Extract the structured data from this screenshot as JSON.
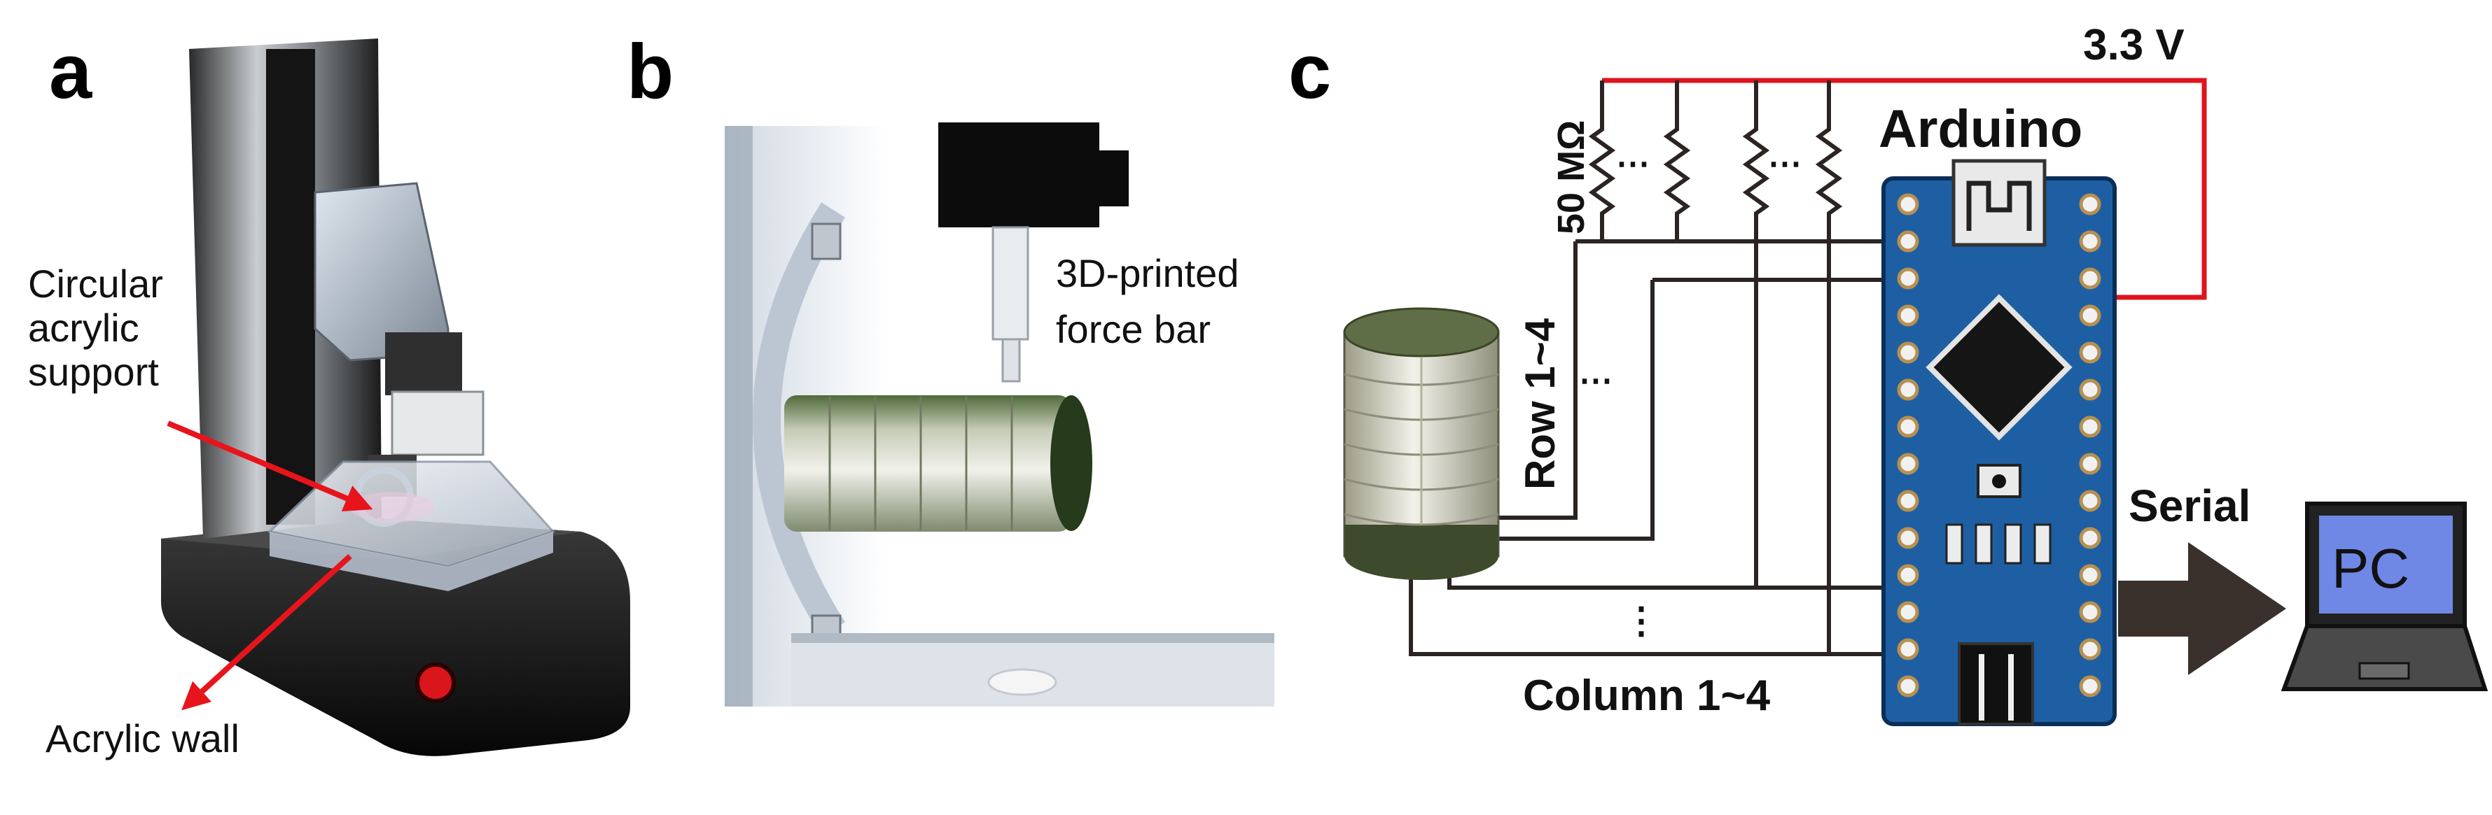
{
  "panels": {
    "a": {
      "letter": "a",
      "callouts": {
        "support_line1": "Circular",
        "support_line2": "acrylic",
        "support_line3": "support",
        "wall": "Acrylic wall"
      }
    },
    "b": {
      "letter": "b",
      "callouts": {
        "force_bar_line1": "3D-printed",
        "force_bar_line2": "force bar"
      }
    },
    "c": {
      "letter": "c",
      "labels": {
        "voltage": "3.3 V",
        "resistor": "50 MΩ",
        "arduino": "Arduino",
        "row": "Row 1~4",
        "column": "Column 1~4",
        "serial": "Serial",
        "pc": "PC",
        "ellipsis": "⋯",
        "vellipsis": "⋮"
      }
    }
  },
  "colors": {
    "power_wire": "#e0141c",
    "signal_wire": "#2b2423",
    "arduino_board": "#1e5fa3",
    "pc_screen": "#6f88e6",
    "callout_arrow": "#e8141c"
  }
}
